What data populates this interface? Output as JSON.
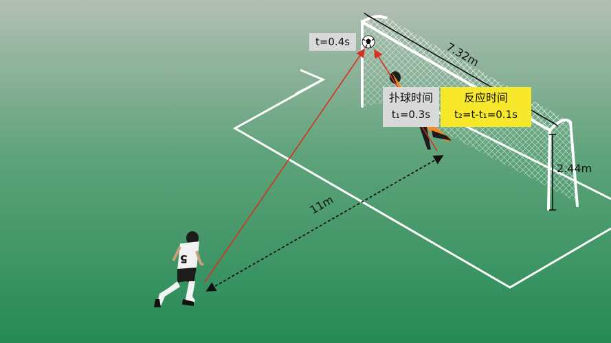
{
  "labels": {
    "ball_time": "t=0.4s",
    "goal_width": "7.32m",
    "goal_height": "2.44m",
    "distance": "11m",
    "catch_title": "扑球时间",
    "catch_value": "t₁=0.3s",
    "react_title": "反应时间",
    "react_value": "t₂=t-t₁=0.1s"
  },
  "colors": {
    "grass_top": "#b3bfb4",
    "grass_bottom": "#258a55",
    "line": "#ffffff",
    "trajectory": "#d8301f",
    "catch_box": "#d9d9d9",
    "react_box": "#f7e82c"
  }
}
